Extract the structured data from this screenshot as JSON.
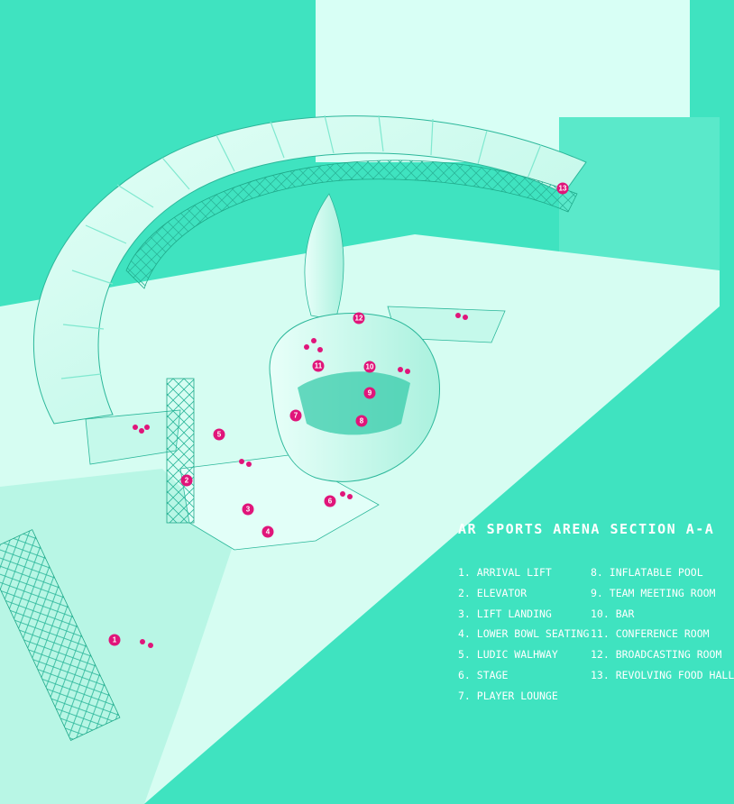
{
  "title": "AR SPORTS ARENA SECTION A-A",
  "legend": {
    "left": [
      "1. ARRIVAL LIFT",
      "2. ELEVATOR",
      "3. LIFT LANDING",
      "4. LOWER BOWL SEATING",
      "5. LUDIC WALHWAY",
      "6. STAGE",
      "7. PLAYER LOUNGE"
    ],
    "right": [
      "8. INFLATABLE POOL",
      "9. TEAM MEETING ROOM",
      "10. BAR",
      "11. CONFERENCE ROOM",
      "12. BROADCASTING ROOM",
      "13. REVOLVING FOOD HALL"
    ]
  },
  "markers": [
    "1",
    "2",
    "3",
    "4",
    "5",
    "6",
    "7",
    "8",
    "9",
    "10",
    "11",
    "12",
    "13"
  ],
  "colors": {
    "background": "#3fe3c0",
    "structure": "#c9fbee",
    "marker": "#e0157a",
    "text": "#ffffff"
  }
}
